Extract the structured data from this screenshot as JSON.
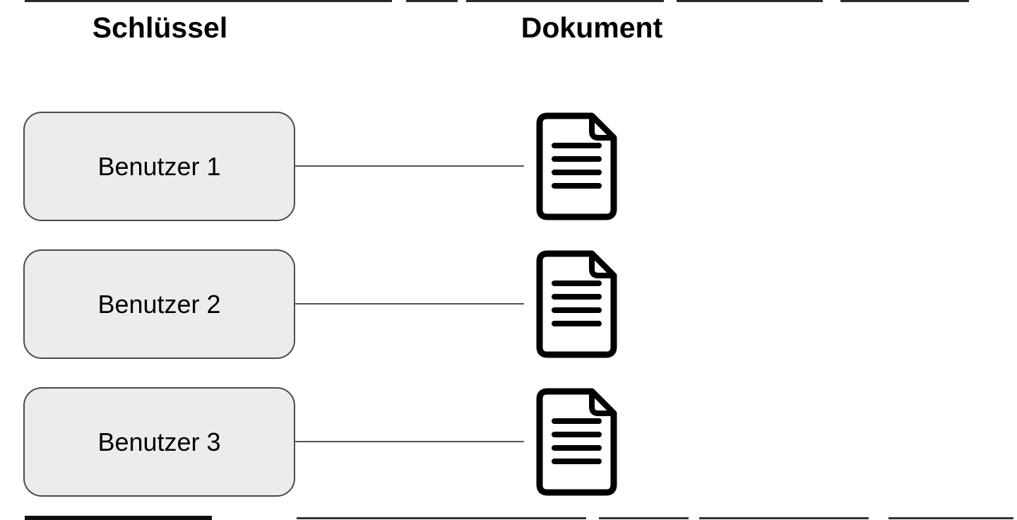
{
  "diagram": {
    "headers": {
      "left": "Schlüssel",
      "right": "Dokument"
    },
    "rows": [
      {
        "key_label": "Benutzer 1",
        "icon": "document-icon"
      },
      {
        "key_label": "Benutzer 2",
        "icon": "document-icon"
      },
      {
        "key_label": "Benutzer 3",
        "icon": "document-icon"
      }
    ],
    "colors": {
      "background": "#ffffff",
      "box_fill": "#ececec",
      "box_border": "#4b4b4b",
      "connector": "#555555",
      "icon": "#000000",
      "text": "#000000"
    }
  }
}
